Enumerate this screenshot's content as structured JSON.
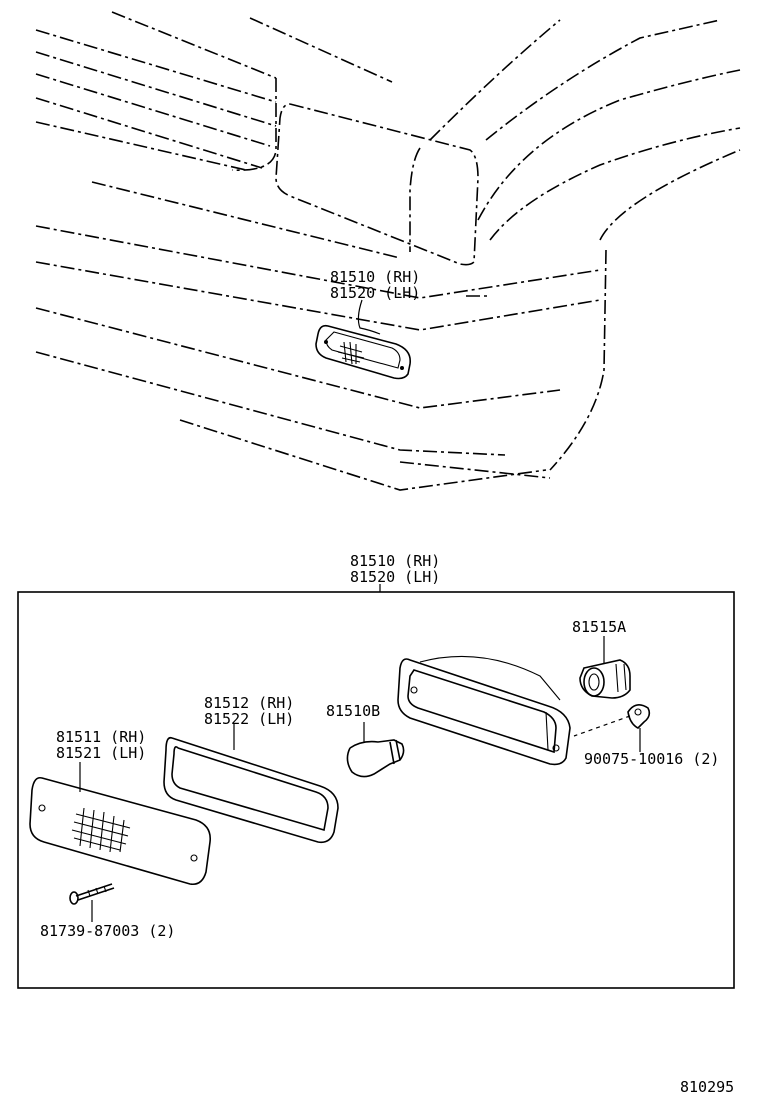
{
  "callouts": {
    "overview_assembly_rh": "81510 (RH)",
    "overview_assembly_lh": "81520 (LH)",
    "assembly_rh": "81510 (RH)",
    "assembly_lh": "81520 (LH)",
    "socket": "81515A",
    "clip": "90075-10016 (2)",
    "bulb": "81510B",
    "gasket_rh": "81512 (RH)",
    "gasket_lh": "81522 (LH)",
    "lens_rh": "81511 (RH)",
    "lens_lh": "81521 (LH)",
    "screw": "81739-87003 (2)"
  },
  "figure_number": "810295"
}
